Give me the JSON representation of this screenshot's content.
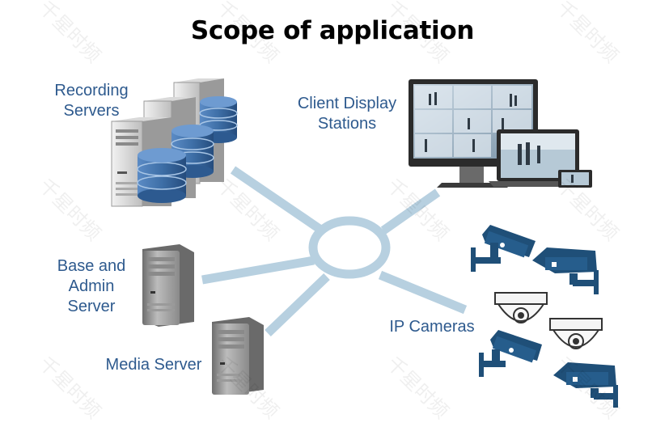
{
  "title": "Scope of application",
  "nodes": {
    "recording_servers": "Recording\nServers",
    "client_display_stations": "Client Display\nStations",
    "base_admin_server": "Base and\nAdmin\nServer",
    "media_server": "Media Server",
    "ip_cameras": "IP Cameras"
  },
  "watermark": "千星时频",
  "colors": {
    "label": "#2e5a8e",
    "network": "#b7d0e0",
    "camera": "#1f4f78",
    "database": "#3e6fa7",
    "server": "#a8a8a8",
    "monitor": "#2b2b2b"
  },
  "icons": [
    "server-rack-icon",
    "database-icon",
    "monitor-icon",
    "laptop-icon",
    "tablet-icon",
    "tower-server-icon",
    "bullet-camera-icon",
    "dome-camera-icon"
  ]
}
